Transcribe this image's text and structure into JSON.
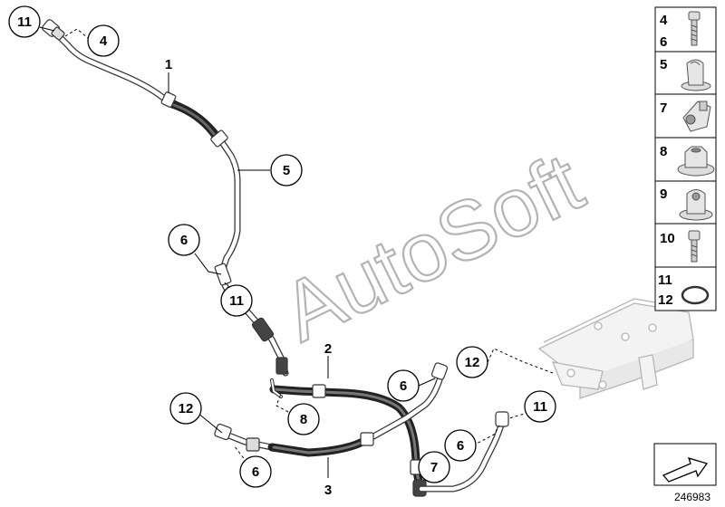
{
  "watermark": "AutoSoft",
  "diagram_id": "246983",
  "callouts": [
    {
      "label": "11"
    },
    {
      "label": "4"
    },
    {
      "label": "5"
    },
    {
      "label": "6"
    },
    {
      "label": "11"
    },
    {
      "label": "8"
    },
    {
      "label": "12"
    },
    {
      "label": "6"
    },
    {
      "label": "6"
    },
    {
      "label": "12"
    },
    {
      "label": "11"
    },
    {
      "label": "6"
    },
    {
      "label": "7"
    }
  ],
  "part_labels": [
    {
      "label": "1"
    },
    {
      "label": "2"
    },
    {
      "label": "3"
    }
  ],
  "legend": [
    {
      "labels": [
        "4",
        "6"
      ],
      "icon": "bolt-icon"
    },
    {
      "labels": [
        "5"
      ],
      "icon": "clip-icon"
    },
    {
      "labels": [
        "7"
      ],
      "icon": "bracket-clip-icon"
    },
    {
      "labels": [
        "8"
      ],
      "icon": "nut-icon"
    },
    {
      "labels": [
        "9"
      ],
      "icon": "clip-icon"
    },
    {
      "labels": [
        "10"
      ],
      "icon": "bolt-icon"
    },
    {
      "labels": [
        "11",
        "12"
      ],
      "icon": "o-ring-icon"
    }
  ]
}
